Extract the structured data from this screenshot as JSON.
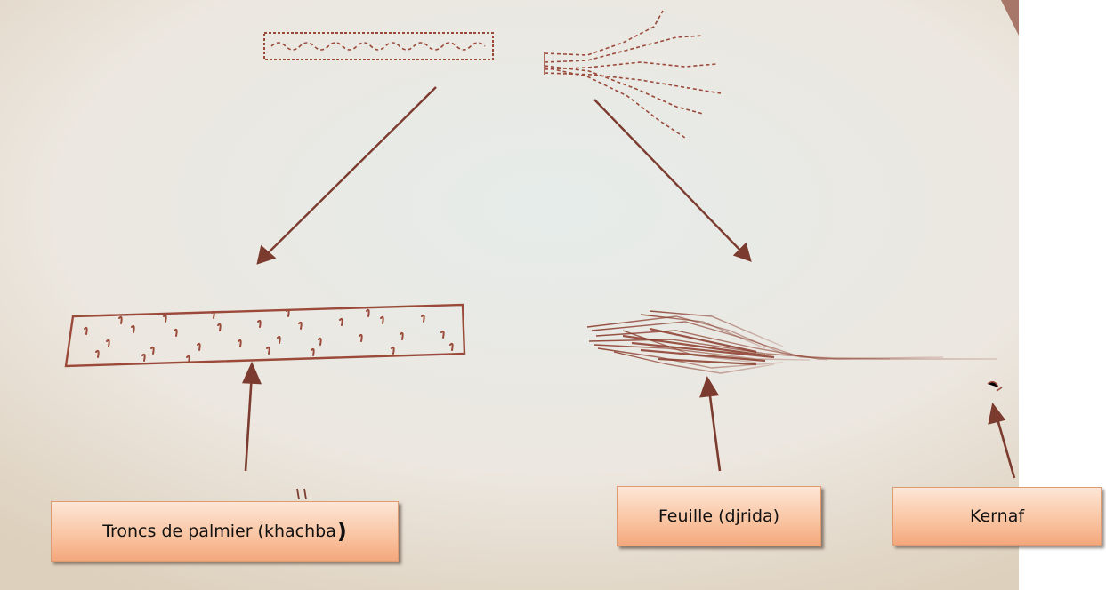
{
  "diagram": {
    "labels": {
      "troncs": {
        "text": "Troncs de palmier (khachba",
        "closing": ")"
      },
      "feuille": {
        "text": "Feuille (djrida)"
      },
      "kernaf": {
        "text": "Kernaf"
      }
    },
    "colors": {
      "paper": "#efe9e4",
      "ink": "#8a3a2a",
      "arrow": "#7b3b2e",
      "label_fill_top": "#fde6d6",
      "label_fill_bottom": "#f4a77c",
      "label_border": "#e09a6f"
    }
  }
}
